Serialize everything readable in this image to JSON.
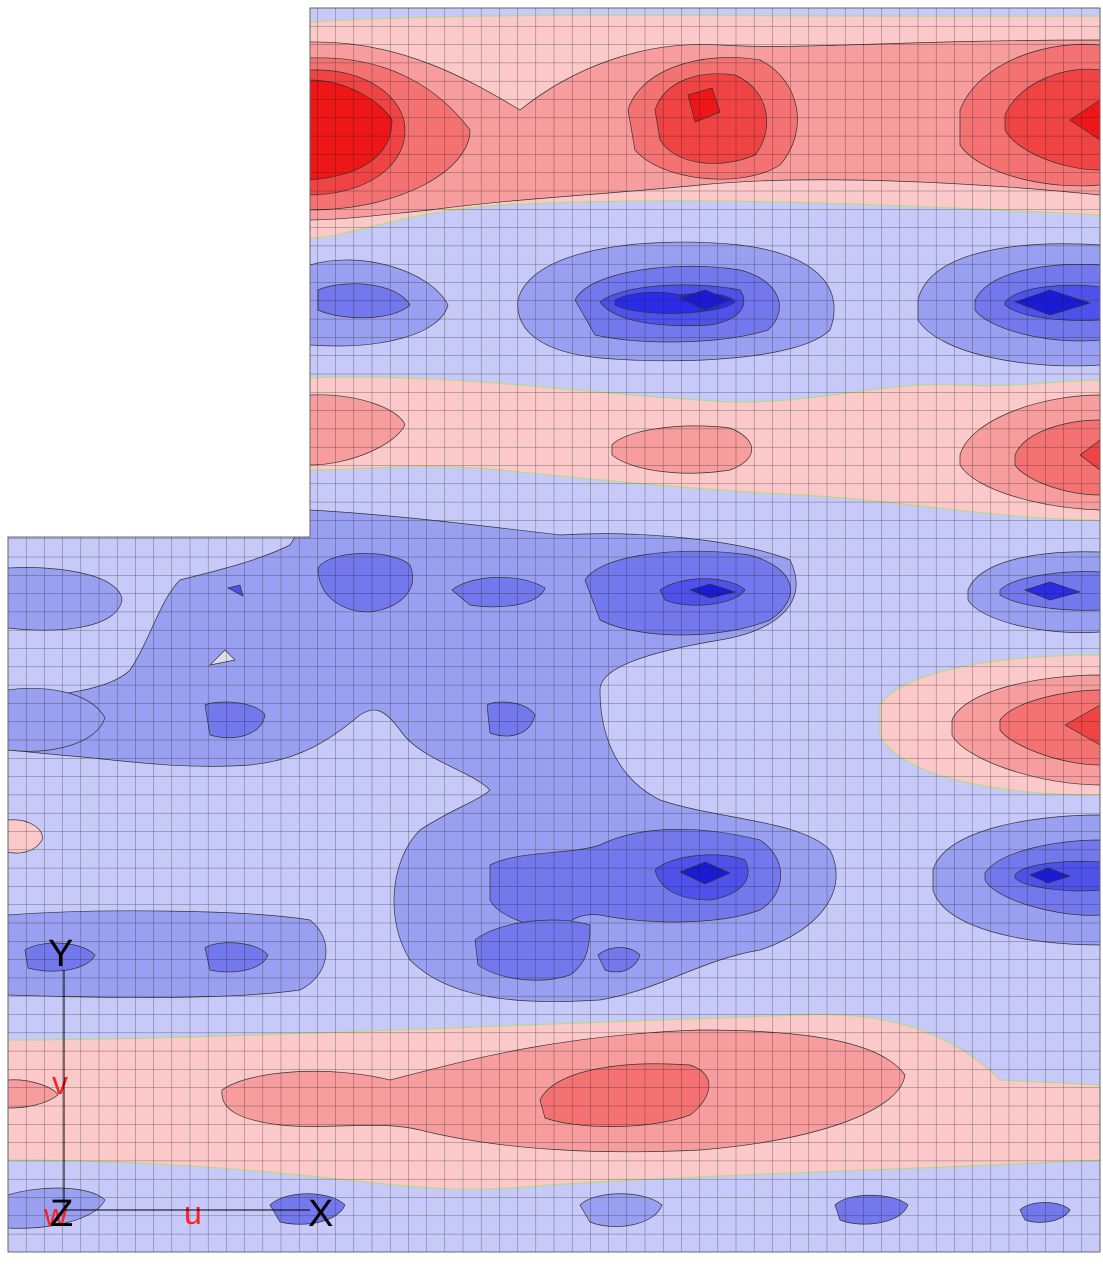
{
  "axes": {
    "global": {
      "y_label": "Y",
      "x_label": "X",
      "z_label": "Z"
    },
    "local": {
      "v_label": "v",
      "u_label": "u",
      "w_label": "w"
    }
  },
  "colors": {
    "background": "#ffffff",
    "slab_base": "#c7c9f8",
    "blue_1": "#9aa0f1",
    "blue_2": "#7378ec",
    "blue_3": "#4f52ea",
    "blue_4": "#2a2ce8",
    "blue_5": "#1b1bd6",
    "red_1": "#fbc9c9",
    "red_2": "#f79d9d",
    "red_3": "#f47272",
    "red_4": "#f04444",
    "red_5": "#ee1616",
    "zero_contour": "#b9d98a",
    "mesh_line": "#1a1a1a",
    "local_axis": "#ff2020",
    "global_axis": "#000000"
  }
}
